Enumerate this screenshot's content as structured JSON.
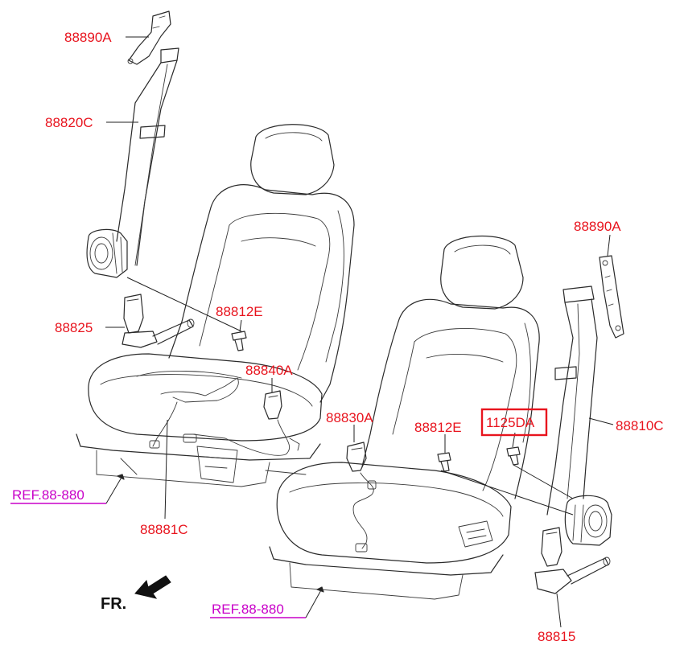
{
  "colors": {
    "part_label": "#e8141e",
    "reference_label": "#c800c8",
    "highlight_box": "#e8141e",
    "linework": "#2a2a2a"
  },
  "labels": {
    "anchor_upper_left": "88890A",
    "belt_left": "88820C",
    "buckle_left": "88825",
    "bolt_left": "88812E",
    "buckle_wire_left": "88840A",
    "wiring_left": "88881C",
    "buckle_right_seat": "88830A",
    "bolt_right": "88812E",
    "bolt_highlighted": "1125DA",
    "anchor_upper_right": "88890A",
    "belt_right": "88810C",
    "buckle_right": "88815"
  },
  "references": {
    "ref_left": "REF.88-880",
    "ref_right": "REF.88-880"
  },
  "direction": {
    "label": "FR.",
    "arrow_icon": "front-direction-arrow-icon"
  }
}
